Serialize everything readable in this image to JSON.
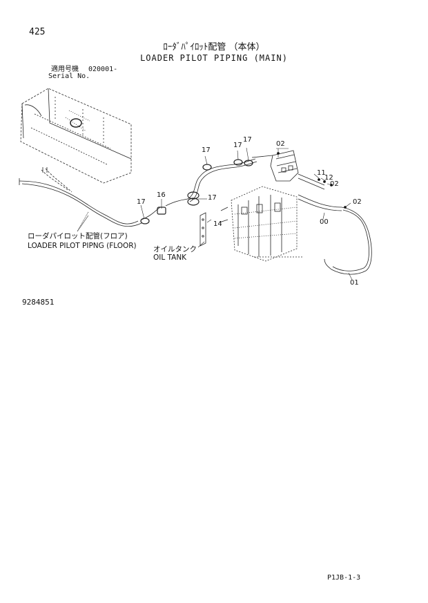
{
  "header": {
    "page_number": "425",
    "title_jp": "ﾛｰﾀﾞﾊﾟｲﾛｯﾄ配管 （本体）",
    "title_en": "LOADER PILOT PIPING (MAIN)",
    "serial_label_jp": "適用号機",
    "serial_value": "020001-",
    "serial_label_en": "Serial No."
  },
  "diagram": {
    "part_labels": [
      "17",
      "17",
      "17",
      "02",
      "11",
      "12",
      "02",
      "02",
      "16",
      "17",
      "17",
      "14",
      "00",
      "01"
    ],
    "annotations": {
      "floor_piping_jp": "ローダパイロット配管(フロア)",
      "floor_piping_en": "LOADER PILOT PIPNG (FLOOR)",
      "oil_tank_jp": "オイルタンク",
      "oil_tank_en": "OIL TANK"
    }
  },
  "footer": {
    "drawing_number": "9284851",
    "page_code": "P1JB-1-3"
  }
}
